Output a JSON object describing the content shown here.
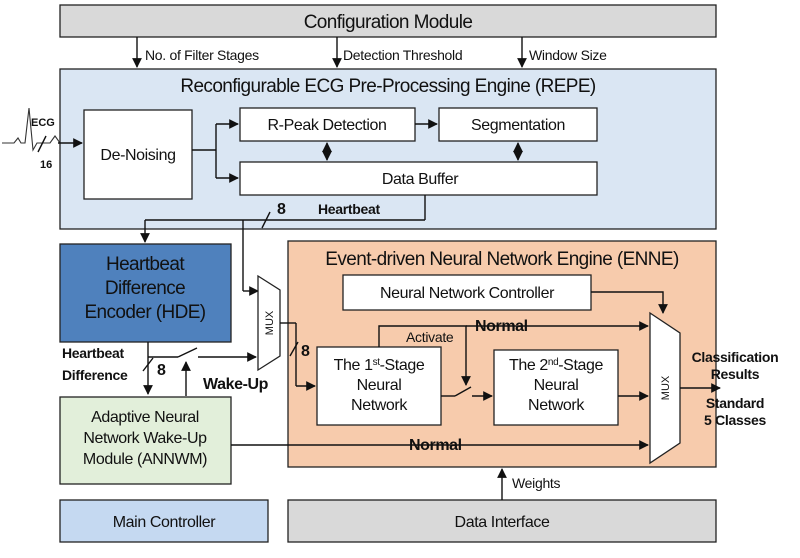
{
  "diagram": {
    "config_module": "Configuration Module",
    "config_params": {
      "filter_stages": "No. of Filter Stages",
      "detection_threshold": "Detection Threshold",
      "window_size": "Window Size"
    },
    "repe": {
      "title": "Reconfigurable ECG Pre-Processing Engine (REPE)",
      "ecg_label": "ECG",
      "input_width": "16",
      "denoising": "De-Noising",
      "rpeak": "R-Peak Detection",
      "segmentation": "Segmentation",
      "data_buffer": "Data Buffer",
      "bus_width": "8",
      "heartbeat": "Heartbeat"
    },
    "hde": {
      "line1": "Heartbeat",
      "line2": "Difference",
      "line3": "Encoder (HDE)",
      "output_label_1": "Heartbeat",
      "output_label_2": "Difference",
      "output_width": "8",
      "wake_up": "Wake-Up"
    },
    "annwm": {
      "line1": "Adaptive Neural",
      "line2": "Network Wake-Up",
      "line3": "Module (ANNWM)"
    },
    "mux_left": "MUX",
    "mux_out_width": "8",
    "enne": {
      "title": "Event-driven Neural Network Engine (ENNE)",
      "controller": "Neural Network Controller",
      "activate": "Activate",
      "normal_top": "Normal",
      "normal_bottom": "Normal",
      "stage1": {
        "pre": "The 1",
        "sup": "st",
        "post": "-Stage",
        "line2": "Neural",
        "line3": "Network"
      },
      "stage2": {
        "pre": "The 2",
        "sup": "nd",
        "post": "-Stage",
        "line2": "Neural",
        "line3": "Network"
      },
      "mux_right": "MUX"
    },
    "outputs": {
      "classification_1": "Classification",
      "classification_2": "Results",
      "standard_1": "Standard",
      "standard_2": "5 Classes"
    },
    "main_controller": "Main Controller",
    "data_interface": "Data Interface",
    "weights": "Weights",
    "colors": {
      "gray": "#d9d9d9",
      "repe_blue": "#dae6f3",
      "hde_blue": "#4f81bd",
      "enne_orange": "#f7cbac",
      "annwm_green": "#e2efda",
      "main_blue": "#c5d9f1"
    }
  }
}
